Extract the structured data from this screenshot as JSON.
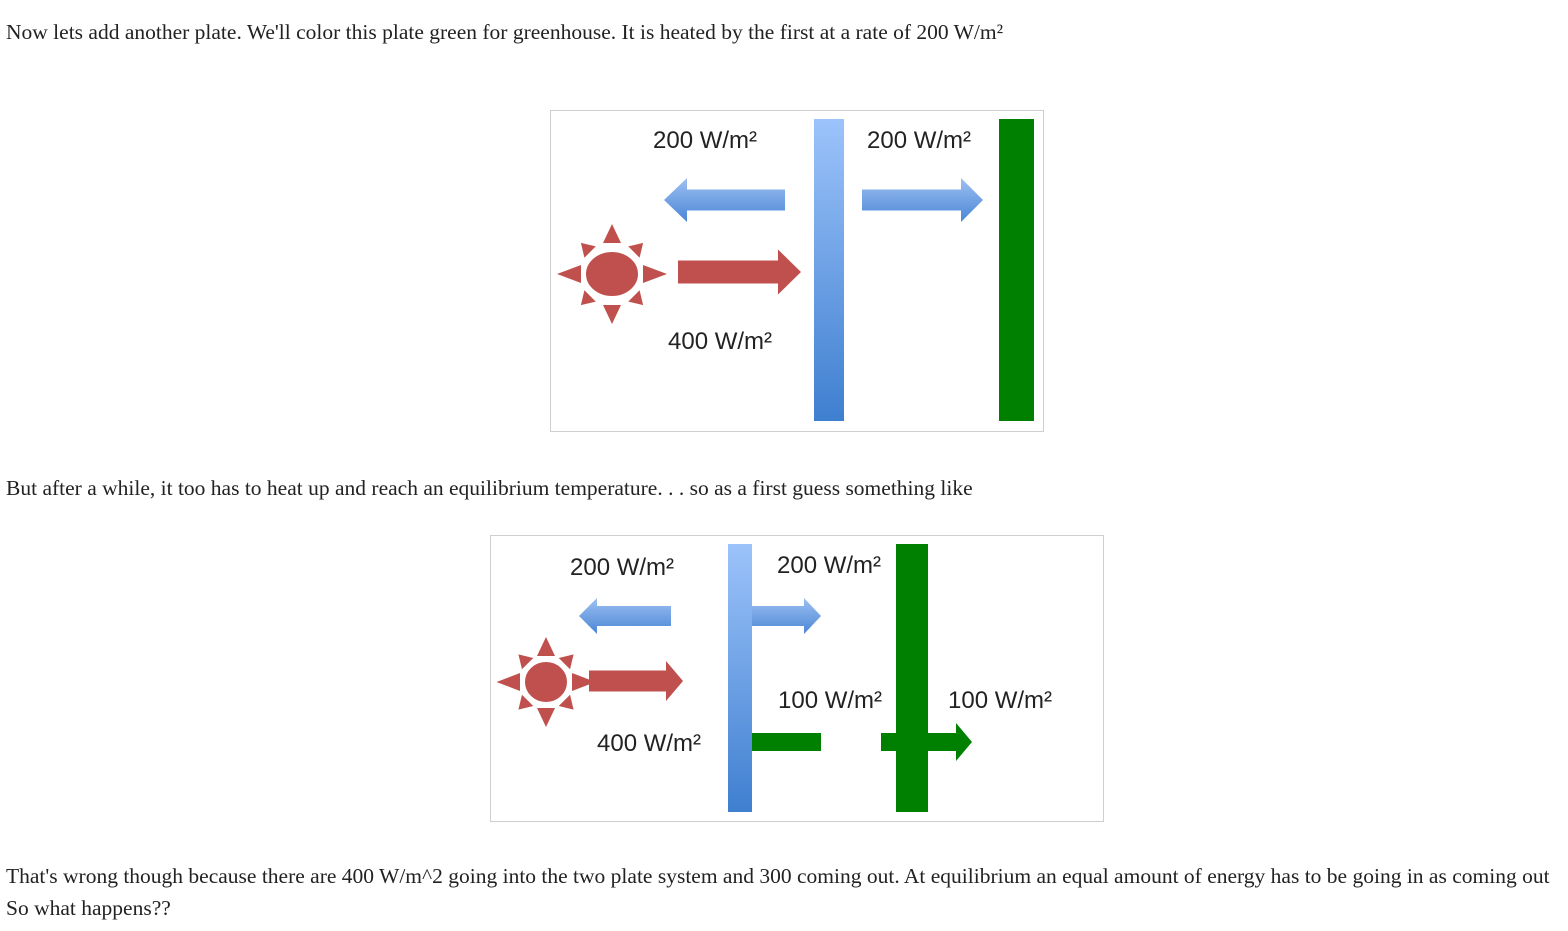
{
  "paragraphs": {
    "intro": "Now lets add another plate. We'll color this plate green for greenhouse. It is heated by the first at a rate of 200 W/m²",
    "middle": "But after a while, it too has to heat up and reach an equilibrium temperature. . . so as a first guess something like",
    "conclusion": "That's wrong though because there are 400 W/m^2 going into the two plate system and 300 coming out.  At equilibrium an equal amount of energy has to be going in as coming out  So what happens??"
  },
  "figure1": {
    "label_back_to_sun": "200 W/m²",
    "label_to_green": "200 W/m²",
    "label_sunlight": "400 W/m²"
  },
  "figure2": {
    "label_back_to_sun": "200 W/m²",
    "label_to_green": "200 W/m²",
    "label_green_back": "100 W/m²",
    "label_green_out": "100 W/m²",
    "label_sunlight": "400 W/m²"
  },
  "colors": {
    "sun": "#c0504d",
    "plate_green": "#008000",
    "plate_blue_top": "#9cc3fa",
    "plate_blue_bottom": "#3f7fd0"
  }
}
